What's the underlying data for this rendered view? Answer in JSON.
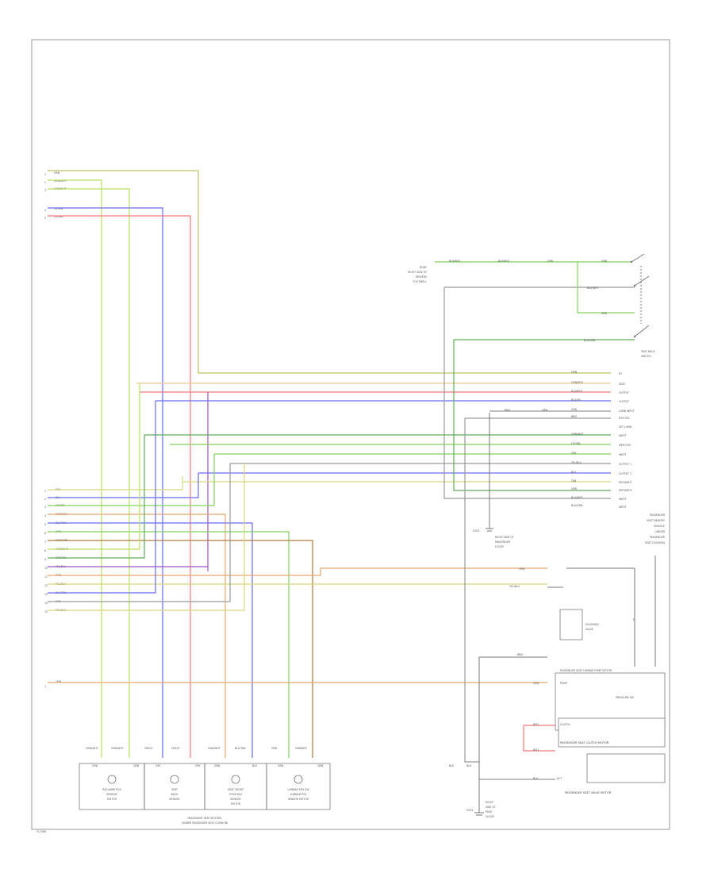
{
  "diagram": {
    "footer_code": "F17498",
    "colors": {
      "yellow": "#d8d87a",
      "green": "#7fd45a",
      "dkgreen": "#5fae5a",
      "blue": "#6b6bf0",
      "red": "#f07a7a",
      "orange": "#e8a870",
      "pink": "#e8b0c8",
      "gray": "#9a9a9a",
      "brown": "#b07a3a",
      "purple": "#a050c0",
      "lime": "#b8e060",
      "olive": "#c0c060",
      "peach": "#f0c890"
    },
    "left_top_wires": [
      {
        "label": "ORN",
        "pin": "1"
      },
      {
        "label": "GRN/WHT",
        "pin": "2"
      },
      {
        "label": "GRN/WHT",
        "pin": "3"
      },
      {
        "label": "LT/GRN",
        "pin": "4"
      },
      {
        "label": "LT/GRN",
        "pin": "5"
      }
    ],
    "left_bottom_wires": [
      {
        "label": "TAN",
        "pin": "1"
      },
      {
        "label": "BLU",
        "pin": "2"
      },
      {
        "label": "LT/GRN",
        "pin": "3"
      },
      {
        "label": "ORN/RED",
        "pin": "4"
      },
      {
        "label": "BLU/TAN",
        "pin": "5"
      },
      {
        "label": "GRN",
        "pin": "6"
      },
      {
        "label": "ORN/GRN",
        "pin": "7"
      },
      {
        "label": "GRN/WHT",
        "pin": "8"
      },
      {
        "label": "GRN/YEL",
        "pin": "9"
      },
      {
        "label": "YEL/BLU",
        "pin": "10"
      },
      {
        "label": "ORN",
        "pin": "11"
      },
      {
        "label": "YEL/BLU",
        "pin": "12"
      },
      {
        "label": "BLU/TAN",
        "pin": "13"
      },
      {
        "label": "GRY",
        "pin": "14"
      },
      {
        "label": "YEL/BLU",
        "pin": "15"
      }
    ],
    "left_lower_wire": {
      "label": "ORN",
      "pin": "1"
    },
    "top_right": {
      "source_label": [
        "BODY",
        "RIGHT SIDE OF",
        "DRIVERS",
        "FOOTWELL"
      ],
      "segments": [
        "BLU/RED",
        "BLU/RED",
        "GRN",
        "GRN"
      ],
      "switch1_label": "BLU/WHT",
      "switch1_wire": "GRN",
      "switch2_label": "BLU/GRN",
      "switch_caption": [
        "SEAT BACK",
        "SWITCH"
      ]
    },
    "module_pins": [
      {
        "wire": "ORN",
        "name": "B+"
      },
      {
        "wire": "ORN/RED",
        "name": "SEAT"
      },
      {
        "wire": "BLU/RED",
        "name": "OUTPUT"
      },
      {
        "wire": "BLU/YEL",
        "name": "OUTPUT"
      },
      {
        "wire": "GRN",
        "name": "LUMB INPUT"
      },
      {
        "wire": "BRN",
        "name": "POS REC"
      },
      {
        "wire": "",
        "name": "SET LUMB"
      },
      {
        "wire": "GRN/WHT",
        "name": "INPUT"
      },
      {
        "wire": "LT/GRN",
        "name": "MEM POS"
      },
      {
        "wire": "GRY",
        "name": "INPUT"
      },
      {
        "wire": "YEL/BLU",
        "name": "OUTPUT 1"
      },
      {
        "wire": "BLU",
        "name": "OUTPUT 2"
      },
      {
        "wire": "TAN",
        "name": "REF/INPUT"
      },
      {
        "wire": "GRN",
        "name": "REF/INPUT"
      },
      {
        "wire": "BLU/WHT",
        "name": "INPUT"
      },
      {
        "wire": "BLU/GRN",
        "name": "INPUT"
      }
    ],
    "module_pins_extra": {
      "mid_wire": "GRN",
      "tag": "BRN"
    },
    "module_caption": [
      "PASSENGER",
      "SEAT MEMORY",
      "MODULE",
      "(UNDER",
      "PASSENGER",
      "SEAT CUSHION)"
    ],
    "ground_g": {
      "label": "G301",
      "caption": [
        "RIGHT SIDE OF",
        "PASSENGER",
        "FLOOR"
      ]
    },
    "lumbar": {
      "wire1": "ORN",
      "wire2": "YEL/BLU",
      "valve_label": [
        "SOLENOID",
        "VALVE"
      ],
      "pin_m": "M"
    },
    "lumbar_motor": {
      "label": "PASSENGER SEAT LUMBAR PUMP MOTOR",
      "top_wire": "BRN",
      "row_wire": "ORN",
      "row_name": "PUMP",
      "pressure_label": "PRESSURE SW",
      "motor_label": "MOTOR"
    },
    "seat_clutch": {
      "label": "PASSENGER SEAT CLUTCH MOTOR",
      "wire_a": "RED",
      "wire_b": "RED",
      "pin_a": "CLUTCH"
    },
    "seat_valve": {
      "label": "PASSENGER SEAT VALVE MOTOR",
      "wire": "BLU",
      "pin_name": "ACT"
    },
    "ground_bottom": {
      "label": "G301",
      "caption": [
        "RIGHT",
        "SIDE OF",
        "PASS",
        "FLOOR"
      ],
      "wires": [
        "BLK",
        "BLK"
      ]
    },
    "bottom_sensors": [
      {
        "label": [
          "RECLINER POS",
          "SENSOR",
          "MOTOR"
        ],
        "pins": [
          "GRN",
          "ORN"
        ]
      },
      {
        "label": [
          "SEAT",
          "BACK",
          "SENSOR"
        ],
        "pins": [
          "GRY",
          "GRY"
        ]
      },
      {
        "label": [
          "SEAT FRONT",
          "POSITION",
          "SENSOR",
          "MOTOR"
        ],
        "pins": [
          "GRN",
          "BLU"
        ]
      },
      {
        "label": [
          "LUMBAR POS SW",
          "LUMBAR POS",
          "SENSOR MOTOR"
        ],
        "pins": [
          "GRN",
          "ORN"
        ]
      }
    ],
    "bottom_pin_tags": [
      "GRN/WHT",
      "GRN/WHT",
      "GRY/LT",
      "GRY/LT",
      "GRN/WHT",
      "BLU/TAN",
      "GRN",
      "GRN/RED"
    ],
    "bottom_caption": [
      "PASSENGER SEAT MOTORS",
      "(UNDER PASSENGER SEAT CUSHION)"
    ]
  }
}
